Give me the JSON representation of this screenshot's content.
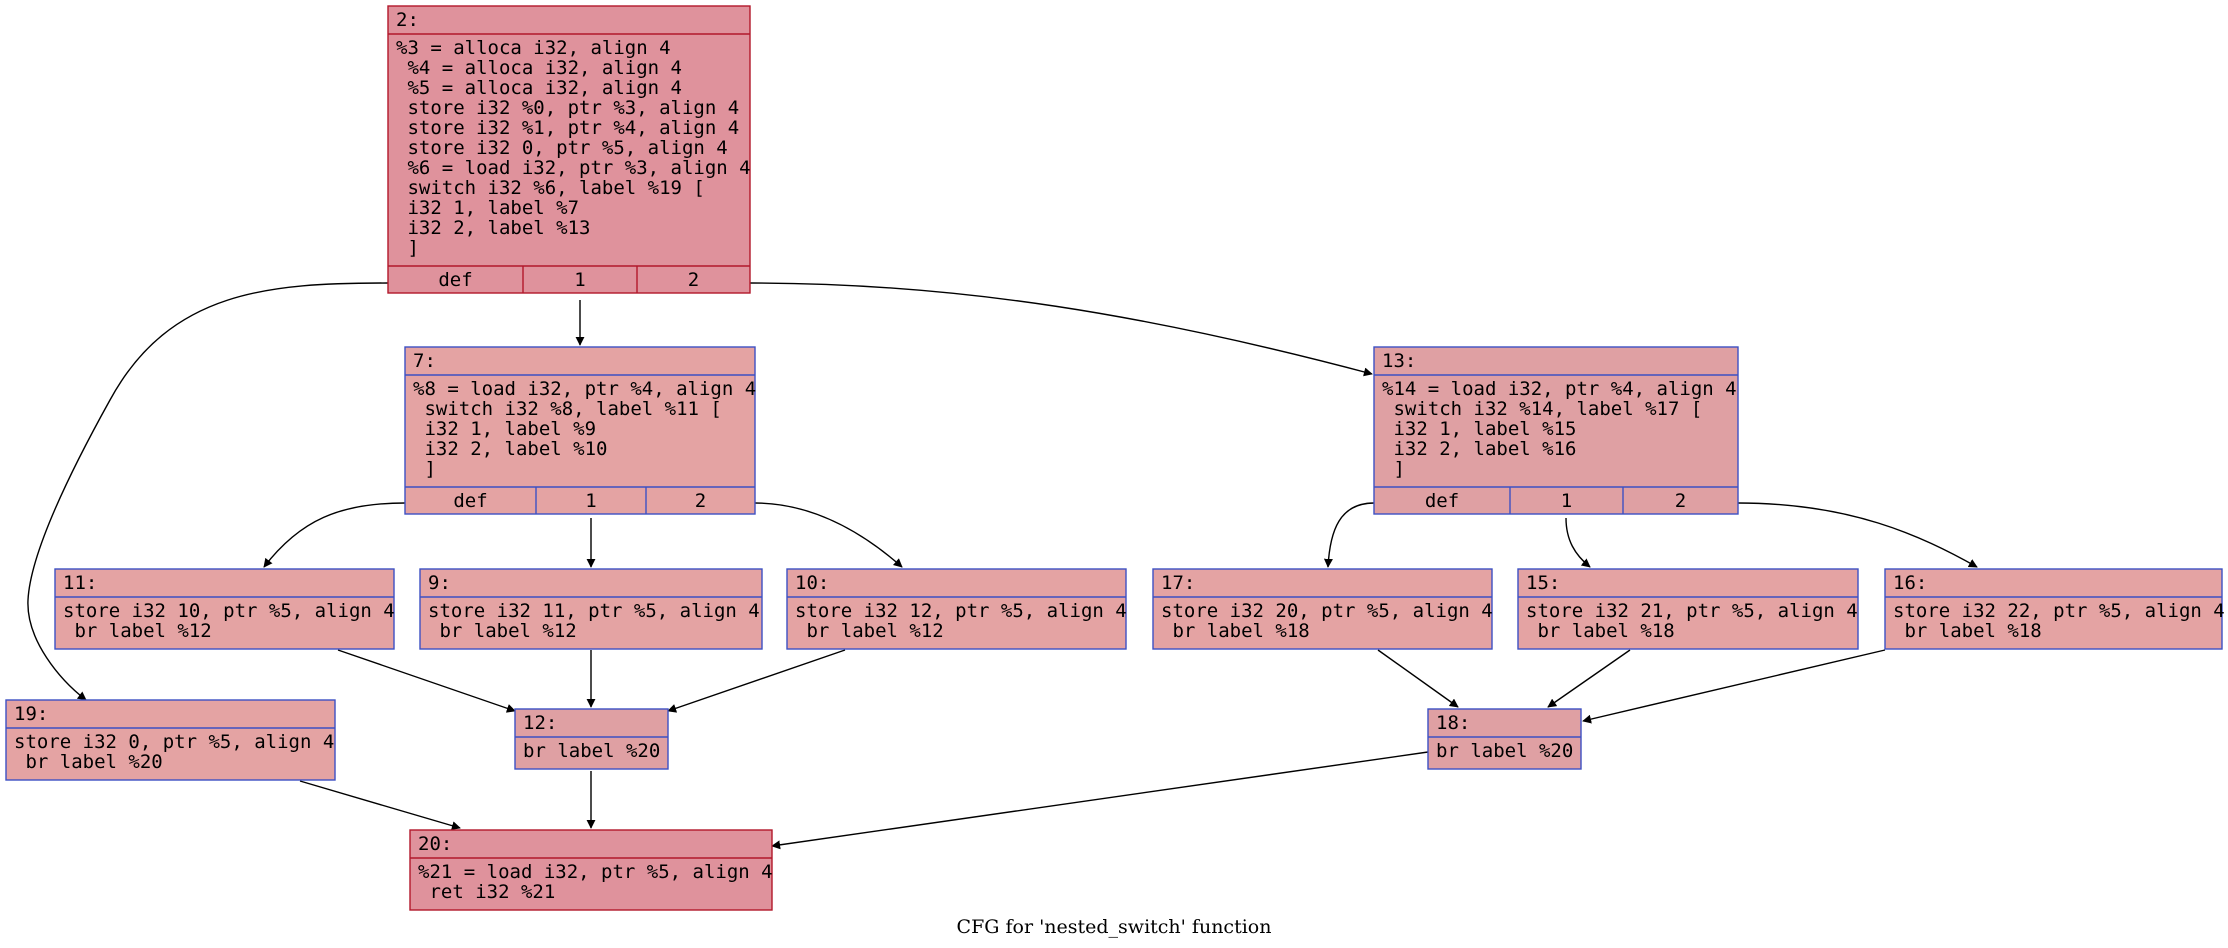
{
  "caption": "CFG for 'nested_switch' function",
  "colors": {
    "hot_fill": "#df929c",
    "hot_border": "#b2182b",
    "warm_fill": "#e4a3a3",
    "cool_border": "#3d50c3",
    "mid_fill": "#dfa0a3",
    "edge": "#000000"
  },
  "nodes": [
    {
      "id": "2",
      "header": "2:",
      "lines": [
        "%3 = alloca i32, align 4",
        " %4 = alloca i32, align 4",
        " %5 = alloca i32, align 4",
        " store i32 %0, ptr %3, align 4",
        " store i32 %1, ptr %4, align 4",
        " store i32 0, ptr %5, align 4",
        " %6 = load i32, ptr %3, align 4",
        " switch i32 %6, label %19 [",
        " i32 1, label %7",
        " i32 2, label %13",
        " ]"
      ],
      "ports": [
        "def",
        "1",
        "2"
      ]
    },
    {
      "id": "7",
      "header": "7:",
      "lines": [
        "%8 = load i32, ptr %4, align 4",
        " switch i32 %8, label %11 [",
        " i32 1, label %9",
        " i32 2, label %10",
        " ]"
      ],
      "ports": [
        "def",
        "1",
        "2"
      ]
    },
    {
      "id": "13",
      "header": "13:",
      "lines": [
        "%14 = load i32, ptr %4, align 4",
        " switch i32 %14, label %17 [",
        " i32 1, label %15",
        " i32 2, label %16",
        " ]"
      ],
      "ports": [
        "def",
        "1",
        "2"
      ]
    },
    {
      "id": "11",
      "header": "11:",
      "lines": [
        "store i32 10, ptr %5, align 4",
        " br label %12"
      ],
      "ports": []
    },
    {
      "id": "9",
      "header": "9:",
      "lines": [
        "store i32 11, ptr %5, align 4",
        " br label %12"
      ],
      "ports": []
    },
    {
      "id": "10",
      "header": "10:",
      "lines": [
        "store i32 12, ptr %5, align 4",
        " br label %12"
      ],
      "ports": []
    },
    {
      "id": "17",
      "header": "17:",
      "lines": [
        "store i32 20, ptr %5, align 4",
        " br label %18"
      ],
      "ports": []
    },
    {
      "id": "15",
      "header": "15:",
      "lines": [
        "store i32 21, ptr %5, align 4",
        " br label %18"
      ],
      "ports": []
    },
    {
      "id": "16",
      "header": "16:",
      "lines": [
        "store i32 22, ptr %5, align 4",
        " br label %18"
      ],
      "ports": []
    },
    {
      "id": "19",
      "header": "19:",
      "lines": [
        "store i32 0, ptr %5, align 4",
        " br label %20"
      ],
      "ports": []
    },
    {
      "id": "12",
      "header": "12:",
      "lines": [
        "br label %20"
      ],
      "ports": []
    },
    {
      "id": "18",
      "header": "18:",
      "lines": [
        "br label %20"
      ],
      "ports": []
    },
    {
      "id": "20",
      "header": "20:",
      "lines": [
        "%21 = load i32, ptr %5, align 4",
        " ret i32 %21"
      ],
      "ports": []
    }
  ],
  "edges": [
    {
      "from": "2",
      "port": "def",
      "to": "19"
    },
    {
      "from": "2",
      "port": "1",
      "to": "7"
    },
    {
      "from": "2",
      "port": "2",
      "to": "13"
    },
    {
      "from": "7",
      "port": "def",
      "to": "11"
    },
    {
      "from": "7",
      "port": "1",
      "to": "9"
    },
    {
      "from": "7",
      "port": "2",
      "to": "10"
    },
    {
      "from": "13",
      "port": "def",
      "to": "17"
    },
    {
      "from": "13",
      "port": "1",
      "to": "15"
    },
    {
      "from": "13",
      "port": "2",
      "to": "16"
    },
    {
      "from": "11",
      "port": "",
      "to": "12"
    },
    {
      "from": "9",
      "port": "",
      "to": "12"
    },
    {
      "from": "10",
      "port": "",
      "to": "12"
    },
    {
      "from": "17",
      "port": "",
      "to": "18"
    },
    {
      "from": "15",
      "port": "",
      "to": "18"
    },
    {
      "from": "16",
      "port": "",
      "to": "18"
    },
    {
      "from": "19",
      "port": "",
      "to": "20"
    },
    {
      "from": "12",
      "port": "",
      "to": "20"
    },
    {
      "from": "18",
      "port": "",
      "to": "20"
    }
  ]
}
